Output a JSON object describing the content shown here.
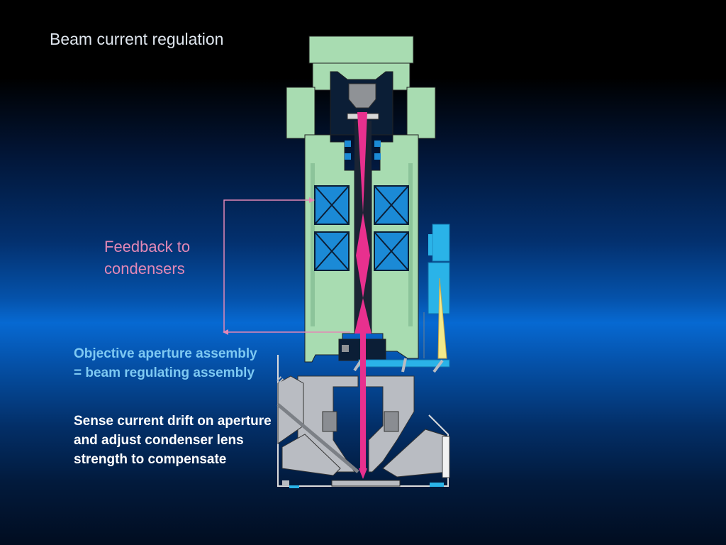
{
  "slide": {
    "title": "Beam current regulation",
    "feedback_label": "Feedback to condensers",
    "objective_label": "Objective aperture assembly = beam regulating assembly",
    "sense_label": "Sense current drift on aperture and adjust condenser lens strength to compensate"
  },
  "colors": {
    "column_body": "#a8dcb1",
    "coil_blue": "#1b8ad6",
    "beam_magenta": "#e8308e",
    "pole_piece_gray": "#b9bcc2",
    "detector_cyan": "#2ab3e8",
    "feedback_arrow": "#e388b6",
    "objective_text": "#7ec9f2"
  },
  "icons": [
    "coil-cross-icon",
    "arrow-right-icon",
    "arrow-left-icon"
  ]
}
